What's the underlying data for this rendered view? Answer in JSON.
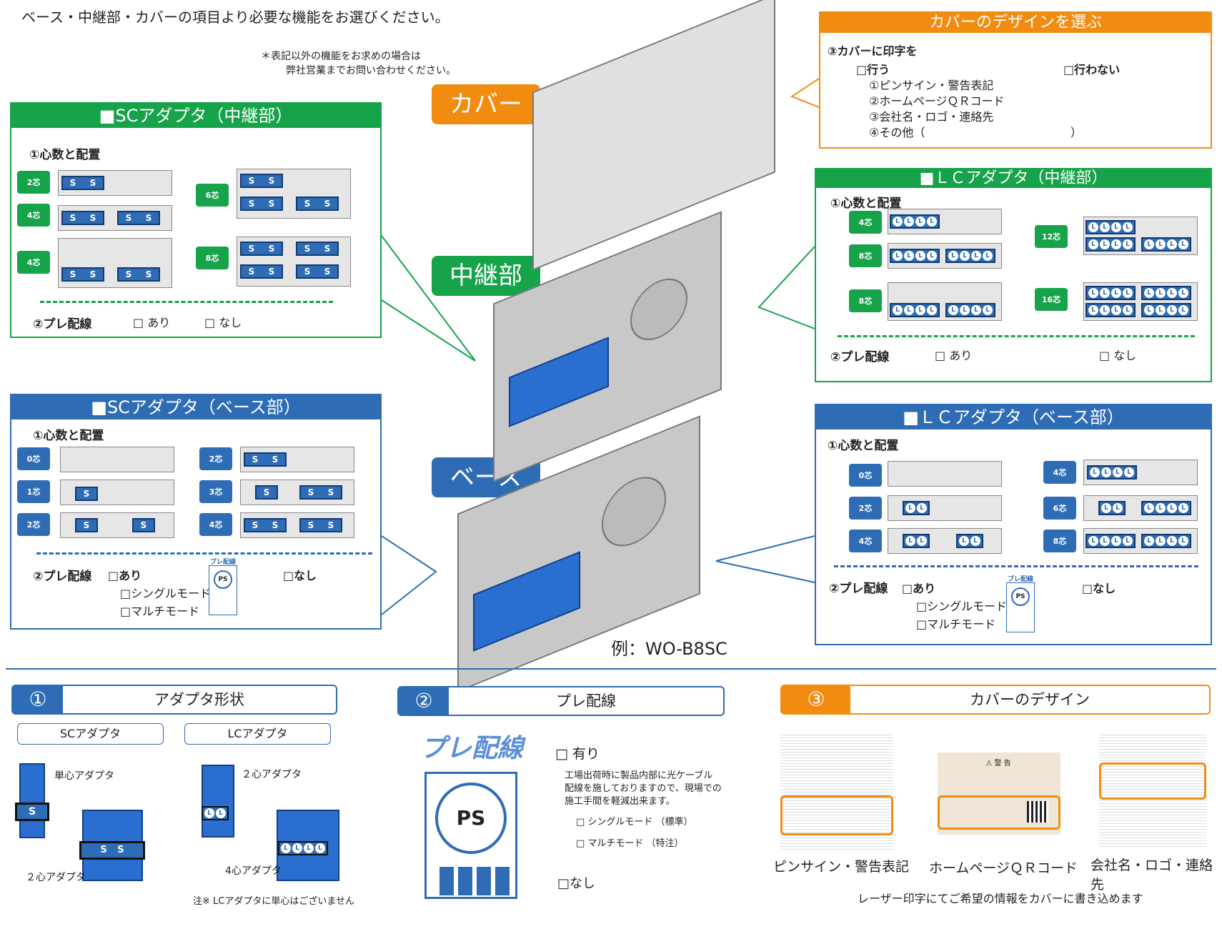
{
  "header": {
    "instruction": "ベース・中継部・カバーの項目より必要な機能をお選びください。",
    "note1": "＊表記以外の機能をお求めの場合は",
    "note2": "弊社営業までお問い合わせください。"
  },
  "labels": {
    "cover": "カバー",
    "relay": "中継部",
    "base": "ベース",
    "example": "例：WO-B8SC"
  },
  "sc_relay": {
    "title": "■SCアダプタ（中継部）",
    "sec1": "①心数と配置",
    "tags": [
      "2芯",
      "4芯",
      "4芯",
      "6芯",
      "8芯"
    ],
    "s": "S",
    "sec2": "②プレ配線",
    "yes": "□ あり",
    "no": "□ なし"
  },
  "sc_base": {
    "title": "■SCアダプタ（ベース部）",
    "sec1": "①心数と配置",
    "tags": [
      "0芯",
      "1芯",
      "2芯",
      "2芯",
      "3芯",
      "4芯"
    ],
    "s": "S",
    "sec2": "②プレ配線",
    "yes": "□あり",
    "no": "□なし",
    "single": "□シングルモード",
    "multi": "□マルチモード",
    "pre": "プレ配線",
    "ps": "PS"
  },
  "cover_design": {
    "title": "カバーのデザインを選ぶ",
    "sec3": "③カバーに印字を",
    "do": "□行う",
    "dont": "□行わない",
    "o1": "①ピンサイン・警告表記",
    "o2": "②ホームページＱＲコード",
    "o3": "③会社名・ロゴ・連絡先",
    "o4": "④その他（",
    "o4end": "）"
  },
  "lc_relay": {
    "title": "■ＬＣアダプタ（中継部）",
    "sec1": "①心数と配置",
    "tags": [
      "4芯",
      "8芯",
      "8芯",
      "12芯",
      "16芯"
    ],
    "l": "L",
    "sec2": "②プレ配線",
    "yes": "□ あり",
    "no": "□ なし"
  },
  "lc_base": {
    "title": "■ＬＣアダプタ（ベース部）",
    "sec1": "①心数と配置",
    "tags": [
      "0芯",
      "2芯",
      "4芯",
      "4芯",
      "6芯",
      "8芯"
    ],
    "l": "L",
    "sec2": "②プレ配線",
    "yes": "□あり",
    "no": "□なし",
    "single": "□シングルモード",
    "multi": "□マルチモード",
    "pre": "プレ配線",
    "ps": "PS"
  },
  "bottom": {
    "s1": {
      "num": "①",
      "title": "アダプタ形状",
      "sc": "SCアダプタ",
      "lc": "LCアダプタ",
      "single": "単心アダプタ",
      "two": "２心アダプタ",
      "lc2": "２心アダプタ",
      "lc4": "4心アダプタ",
      "note": "注※ LCアダプタに単心はございません",
      "s": "S",
      "l": "L"
    },
    "s2": {
      "num": "②",
      "title": "プレ配線",
      "logo": "プレ配線",
      "ps": "PS",
      "yes": "□ 有り",
      "desc1": "工場出荷時に製品内部に光ケーブル",
      "desc2": "配線を施しておりますので、現場での",
      "desc3": "施工手間を軽減出来ます。",
      "single": "□ シングルモード （標準）",
      "multi": "□ マルチモード （特注）",
      "no": "□なし"
    },
    "s3": {
      "num": "③",
      "title": "カバーのデザイン",
      "c1": "ピンサイン・警告表記",
      "c2": "ホームページＱＲコード",
      "c3": "会社名・ロゴ・連絡先",
      "foot": "レーザー印字にてご希望の情報をカバーに書き込めます",
      "warn": "⚠ 警 告"
    }
  },
  "colors": {
    "green": "#16a34a",
    "blue": "#2e6db5",
    "orange": "#f28c10"
  }
}
